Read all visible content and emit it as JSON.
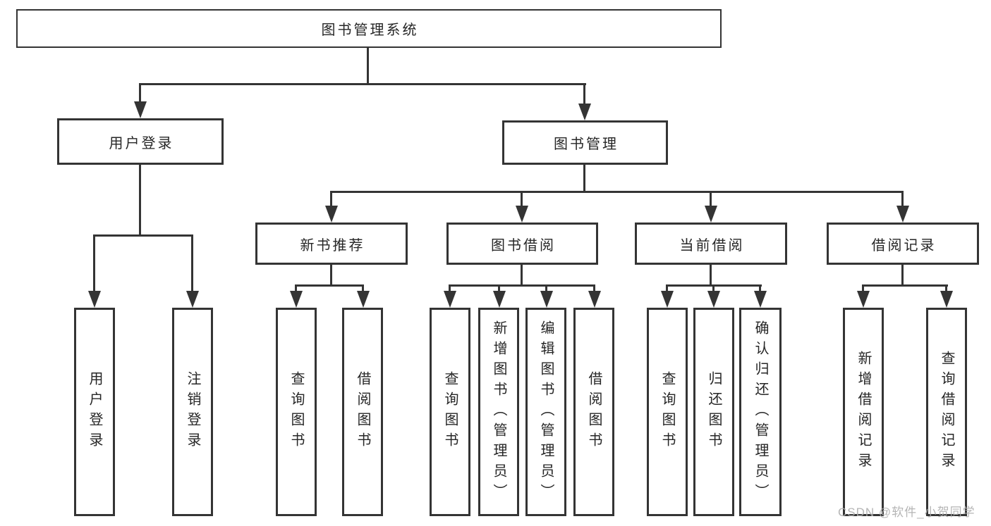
{
  "diagram": {
    "type": "hierarchy-diagram",
    "title": "图书管理系统",
    "colors": {
      "background": "#ffffff",
      "line": "#343434",
      "box_border": "#343434",
      "text": "#262626",
      "watermark": "#aeaeae"
    },
    "tree": {
      "root": {
        "label": "图书管理系统",
        "children": [
          {
            "label": "用户登录",
            "children": [
              {
                "label": "用户登录"
              },
              {
                "label": "注销登录"
              }
            ]
          },
          {
            "label": "图书管理",
            "children": [
              {
                "label": "新书推荐",
                "children": [
                  {
                    "label": "查询图书"
                  },
                  {
                    "label": "借阅图书"
                  }
                ]
              },
              {
                "label": "图书借阅",
                "children": [
                  {
                    "label": "查询图书"
                  },
                  {
                    "label": "新增图书（管理员）"
                  },
                  {
                    "label": "编辑图书（管理员）"
                  },
                  {
                    "label": "借阅图书"
                  }
                ]
              },
              {
                "label": "当前借阅",
                "children": [
                  {
                    "label": "查询图书"
                  },
                  {
                    "label": "归还图书"
                  },
                  {
                    "label": "确认归还（管理员）"
                  }
                ]
              },
              {
                "label": "借阅记录",
                "children": [
                  {
                    "label": "新增借阅记录"
                  },
                  {
                    "label": "查询借阅记录"
                  }
                ]
              }
            ]
          }
        ]
      }
    },
    "watermark": {
      "text": "CSDN @软件_小贺同学"
    }
  }
}
